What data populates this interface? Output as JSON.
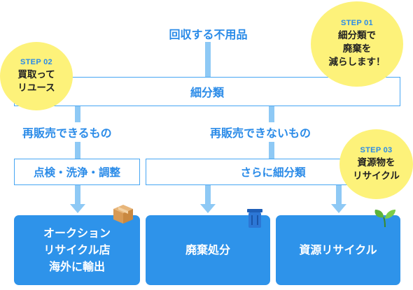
{
  "top_label": "回収する不用品",
  "classify_label": "細分類",
  "branch_left": "再販売できるもの",
  "branch_right": "再販売できないもの",
  "process_left": "点検・洗浄・調整",
  "process_right": "さらに細分類",
  "outcomes": [
    {
      "lines": [
        "オークション",
        "リサイクル店",
        "海外に輸出"
      ],
      "icon": "cardboard-box-icon"
    },
    {
      "lines": [
        "廃棄処分"
      ],
      "icon": "trash-bin-icon"
    },
    {
      "lines": [
        "資源リサイクル"
      ],
      "icon": "leaf-sprout-icon"
    }
  ],
  "steps": [
    {
      "step": "STEP 01",
      "lines": [
        "細分類で",
        "廃棄を",
        "減らします！"
      ]
    },
    {
      "step": "STEP 02",
      "lines": [
        "買取って",
        "リユース"
      ]
    },
    {
      "step": "STEP 03",
      "lines": [
        "資源物を",
        "リサイクル"
      ]
    }
  ],
  "colors": {
    "accent": "#2e93ea",
    "line": "#8ec9f5",
    "bubble": "#fdf27a"
  }
}
